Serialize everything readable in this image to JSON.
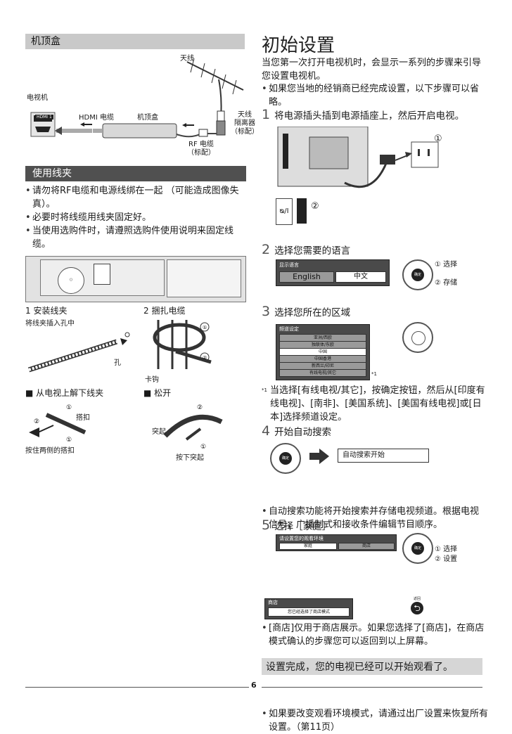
{
  "left": {
    "stb_header": "机顶盒",
    "stb_labels": {
      "antenna": "天线",
      "tv": "电视机",
      "hdmi_port": "HDMI 1",
      "hdmi_cable": "HDMI 电缆",
      "stb": "机顶盒",
      "antenna_isolator": "天线\n隔离器\n（标配）",
      "rf_cable": "RF 电缆\n（标配）"
    },
    "clamp_header": "使用线夹",
    "clamp_bullets": [
      "请勿将RF电缆和电源线绑在一起 （可能造成图像失真）。",
      "必要时将线缆用线夹固定好。",
      "当使用选购件时，请遵照选购件使用说明来固定线缆。"
    ],
    "install_title": "1 安装线夹",
    "install_sub": "将线夹插入孔中",
    "hole_label": "孔",
    "bundle_title": "2 捆扎电缆",
    "hook_label": "卡钩",
    "remove_title": "■ 从电视上解下线夹",
    "snap_label": "搭扣",
    "press_both_label": "按住两侧的搭扣",
    "loosen_title": "■ 松开",
    "knob_label": "突起",
    "press_knob_label": "按下突起"
  },
  "right": {
    "title": "初始设置",
    "intro": "当您第一次打开电视机时，会显示一系列的步骤来引导您设置电视机。",
    "intro_bullet": "如果您当地的经销商已经完成设置，以下步骤可以省略。",
    "step1": {
      "num": "1",
      "text": "将电源插头插到电源插座上，然后开启电视。",
      "callout1": "①",
      "callout2": "②",
      "power_symbol": "ᴓ/I"
    },
    "step2": {
      "num": "2",
      "text": "选择您需要的语言",
      "osd_title": "显示语言",
      "opt_en": "English",
      "opt_zh": "中文",
      "sel": "① 选择",
      "store": "② 存储",
      "ok": "确定"
    },
    "step3": {
      "num": "3",
      "text": "选择您所在的区域",
      "osd_title": "频道设定",
      "regions": [
        "亚洲/西欧",
        "独联体/东欧",
        "中国",
        "中国香港",
        "新西兰/印尼",
        "有线电视/其它"
      ],
      "mark": "*1",
      "note_mark": "*1",
      "note": "当选择[有线电视/其它]，按确定按钮，然后从[印度有线电视]、[南非]、[美国系统]、[美国有线电视]或[日本]选择频道设定。"
    },
    "step4": {
      "num": "4",
      "text": "开始自动搜索",
      "box": "自动搜索开始",
      "ok": "确定",
      "bullet": "自动搜索功能将开始搜索并存储电视频道。根据电视信号，广播制式和接收条件编辑节目顺序。"
    },
    "step5": {
      "num": "5",
      "text": "选择［家庭］",
      "osd_title": "请设置您的观看环境",
      "opt_home": "家庭",
      "opt_shop": "商店",
      "sel": "① 选择",
      "set": "② 设置",
      "ok": "确定",
      "bullet": "[商店]仅用于商店展示。如果您选择了[商店]，在商店模式确认的步骤您可以返回到以上屏幕。",
      "shop_osd_title": "商店",
      "shop_osd_msg": "您已经选择了商店模式",
      "return_label": "返回",
      "bullet2": "如果要改变观看环境模式，请通过出厂设置来恢复所有设置。（第11页）"
    },
    "final": "设置完成，您的电视已经可以开始观看了。"
  },
  "page_number": "6"
}
